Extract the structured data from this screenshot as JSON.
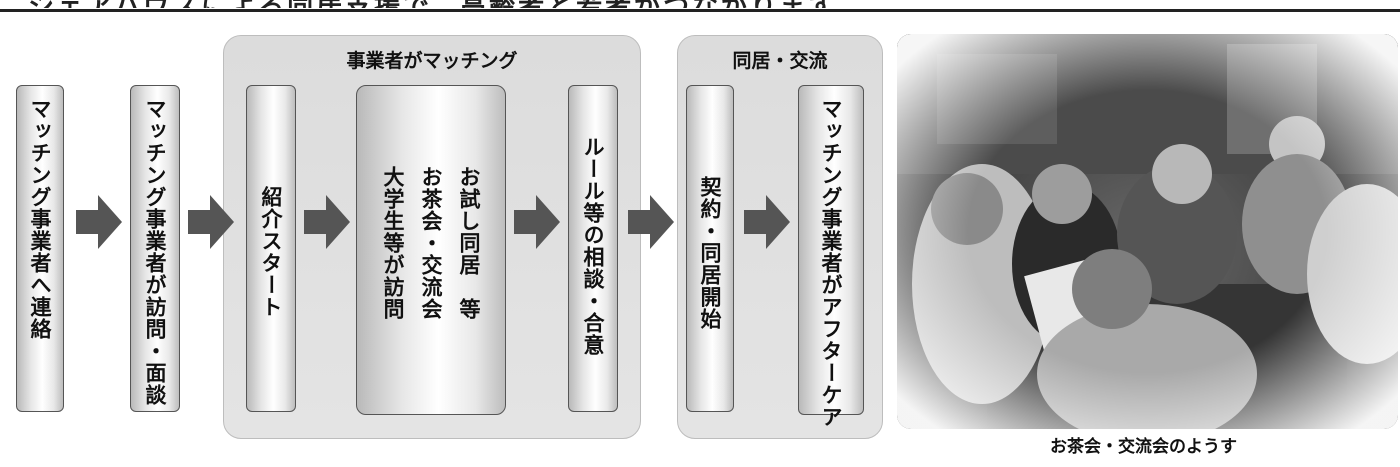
{
  "header": {
    "clipped_text": "シェアハウスによる同居支援で、高齢者と若者がつながります。"
  },
  "steps": {
    "contact": "マッチング事業者へ連絡",
    "visit": "マッチング事業者が訪問・面談",
    "intro": "紹介スタート",
    "trial_col1": "お試し同居　等",
    "trial_col2": "お茶会・交流会",
    "trial_col3": "大学生等が訪問",
    "rules": "ルール等の相談・合意",
    "contract": "契約・同居開始",
    "aftercare": "マッチング事業者がアフターケア"
  },
  "groups": {
    "matching": "事業者がマッチング",
    "cohabit": "同居・交流"
  },
  "photo": {
    "caption": "お茶会・交流会のようす"
  },
  "colors": {
    "arrow": "#555555",
    "group_bg": "#dedede"
  }
}
